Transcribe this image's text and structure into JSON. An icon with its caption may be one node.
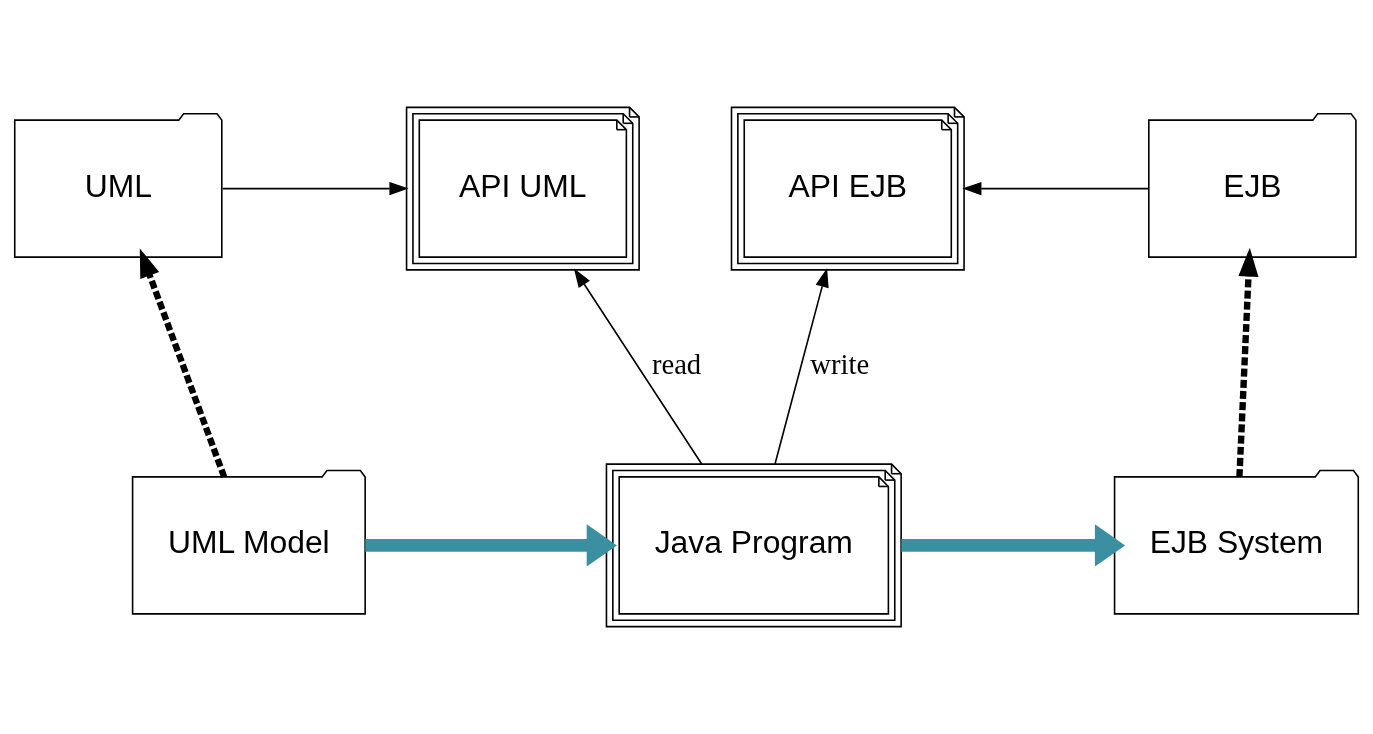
{
  "diagram": {
    "nodes": [
      {
        "text": [
          "UML"
        ]
      },
      {
        "text": [
          "API UML"
        ]
      },
      {
        "text": [
          "API EJB"
        ]
      },
      {
        "text": [
          "EJB"
        ]
      },
      {
        "text": [
          "UML Model"
        ]
      },
      {
        "text": [
          "Java Program"
        ]
      },
      {
        "text": [
          "EJB System"
        ]
      }
    ],
    "edges": [
      {
        "from": 0,
        "to": 1,
        "arrow": "to"
      },
      {
        "from": 3,
        "to": 2,
        "arrow": "to"
      },
      {
        "from": 4,
        "to": 0,
        "arrow": "to",
        "style": "dashed"
      },
      {
        "from": 6,
        "to": 3,
        "arrow": "to",
        "style": "dashed"
      },
      {
        "from": 5,
        "to": 1,
        "arrow": "to",
        "label": "read"
      },
      {
        "from": 5,
        "to": 2,
        "arrow": "to",
        "label": "write"
      },
      {
        "from": 4,
        "to": 5,
        "arrow": "to",
        "style": "thick",
        "color": "#3a8fa0"
      },
      {
        "from": 5,
        "to": 6,
        "arrow": "to",
        "style": "thick",
        "color": "#3a8fa0"
      }
    ]
  }
}
